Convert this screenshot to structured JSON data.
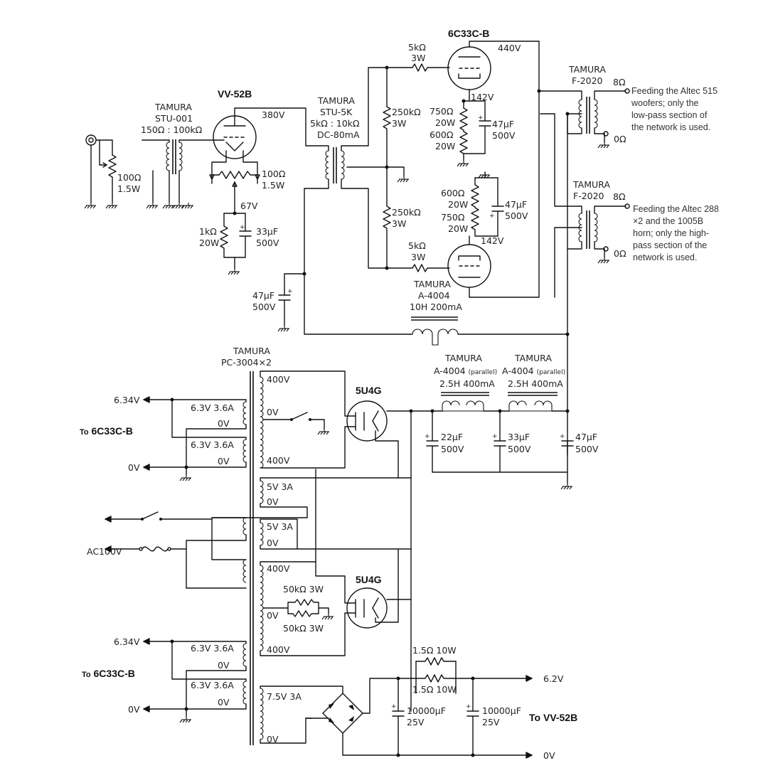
{
  "tubes": {
    "vv52b": "VV-52B",
    "c33c": "6C33C-B",
    "u4g_1": "5U4G",
    "u4g_2": "5U4G"
  },
  "input": {
    "pot": "100Ω",
    "pot_w": "1.5W",
    "tr_brand": "TAMURA",
    "tr_model": "STU-001",
    "tr_ratio": "150Ω : 100kΩ"
  },
  "driver": {
    "plate_v": "380V",
    "cath_pot": "100Ω",
    "cath_pot_w": "1.5W",
    "cath_v": "67V",
    "cath_r": "1kΩ",
    "cath_r_w": "20W",
    "cath_c": "33μF",
    "cath_c_v": "500V"
  },
  "interstage": {
    "brand": "TAMURA",
    "model": "STU-5K",
    "ratio": "5kΩ : 10kΩ",
    "spec": "DC-80mA",
    "cap": "47μF",
    "cap_v": "500V"
  },
  "output": {
    "grid_r_top": "250kΩ",
    "grid_r_top_w": "3W",
    "grid_r_bot": "250kΩ",
    "grid_r_bot_w": "3W",
    "stop_r_top": "5kΩ",
    "stop_r_top_w": "3W",
    "stop_r_bot": "5kΩ",
    "stop_r_bot_w": "3W",
    "plate_v": "440V",
    "cath_v_top": "142V",
    "cath_v_bot": "142V",
    "r750_top": "750Ω",
    "r750_top_w": "20W",
    "r600_top": "600Ω",
    "r600_top_w": "20W",
    "r600_bot": "600Ω",
    "r600_bot_w": "20W",
    "r750_bot": "750Ω",
    "r750_bot_w": "20W",
    "cap_top": "47μF",
    "cap_top_v": "500V",
    "cap_bot": "47μF",
    "cap_bot_v": "500V"
  },
  "out_tr": {
    "brand_1": "TAMURA",
    "model_1": "F-2020",
    "ohm8_1": "8Ω",
    "ohm0_1": "0Ω",
    "note_1": [
      "Feeding the Altec 515",
      "woofers; only the",
      "low-pass section of",
      "the network is used."
    ],
    "brand_2": "TAMURA",
    "model_2": "F-2020",
    "ohm8_2": "8Ω",
    "ohm0_2": "0Ω",
    "note_2": [
      "Feeding the Altec 288",
      "×2 and the 1005B",
      "horn; only the high-",
      "pass section of the",
      "network is used."
    ]
  },
  "choke_top": {
    "brand": "TAMURA",
    "model": "A-4004",
    "spec": "10H 200mA"
  },
  "psu": {
    "tr_brand": "TAMURA",
    "tr_model": "PC-3004×2",
    "choke1_brand": "TAMURA",
    "choke1_model": "A-4004",
    "choke1_par": "(parallel)",
    "choke1_spec": "2.5H 400mA",
    "choke2_brand": "TAMURA",
    "choke2_model": "A-4004",
    "choke2_par": "(parallel)",
    "choke2_spec": "2.5H 400mA",
    "c1": "22μF",
    "c1_v": "500V",
    "c2": "33μF",
    "c2_v": "500V",
    "c3": "47μF",
    "c3_v": "500V",
    "h1_out": "6.34V",
    "h1a": "6.3V 3.6A",
    "h1a_0": "0V",
    "h1b": "6.3V 3.6A",
    "h1b_0": "0V",
    "h1_zero": "0V",
    "to_1": "To",
    "to_1_tube": "6C33C-B",
    "hv1_top": "400V",
    "hv1_mid": "0V",
    "hv1_bot": "400V",
    "f1": "5V 3A",
    "f1_0": "0V",
    "f2": "5V 3A",
    "f2_0": "0V",
    "ac": "AC100V",
    "hv2_top": "400V",
    "hv2_mid": "0V",
    "hv2_bot": "400V",
    "r50a": "50kΩ 3W",
    "r50b": "50kΩ 3W",
    "h2_out": "6.34V",
    "h2a": "6.3V 3.6A",
    "h2a_0": "0V",
    "h2b": "6.3V 3.6A",
    "h2b_0": "0V",
    "h2_zero": "0V",
    "to_2": "To",
    "to_2_tube": "6C33C-B",
    "v75": "7.5V 3A",
    "v75_0": "0V",
    "rp1": "1.5Ω 10W",
    "rp2": "1.5Ω 10W",
    "cf1": "10000μF",
    "cf1_v": "25V",
    "cf2": "10000μF",
    "cf2_v": "25V",
    "out_pos": "6.2V",
    "out_zero": "0V",
    "to_3": "To VV-52B"
  }
}
